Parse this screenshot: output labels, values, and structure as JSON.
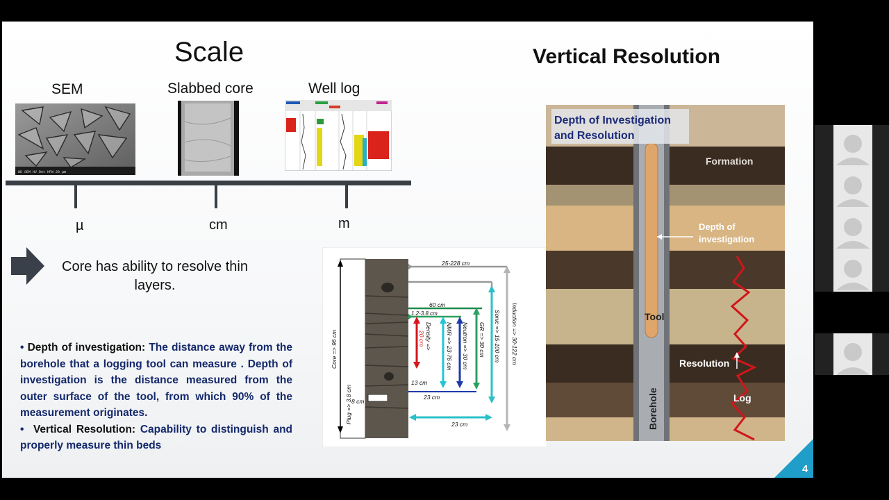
{
  "slide": {
    "scale_title": "Scale",
    "scale_labels": {
      "sem": "SEM",
      "slabbed": "Slabbed core",
      "welllog": "Well log"
    },
    "units": {
      "micro": "µ",
      "cm": "cm",
      "m": "m"
    },
    "arrow_text": "Core has ability to resolve thin layers.",
    "vr_title": "Vertical Resolution",
    "bullet1_term": "Depth of investigation:",
    "bullet1_text": " The distance away from the borehole that a logging tool can measure . Depth of investigation is the distance measured from the outer surface of the tool, from which 90% of the measurement originates.",
    "bullet2_term": "Vertical Resolution:",
    "bullet2_text": " Capability to distinguish and properly measure thin beds",
    "page_number": "4"
  },
  "core_diagram": {
    "core": "Core => 96 cm",
    "plug": "Plug => 3.8 cm",
    "eight": "8 cm",
    "top": "25-228 cm",
    "sixty": "60 cm",
    "r12": "1.2-3.8 cm",
    "density_a": "Density =>",
    "density_b": "20 cm",
    "nmr": "NMR => 23-76 cm",
    "neutron": "Neutron => 30 cm",
    "gr": "GR => 30 cm",
    "sonic": "Sonic => 15-100 cm",
    "induction": "Induction => 30-122 cm",
    "thirteen": "13 cm",
    "twentythree_a": "23 cm",
    "twentythree_b": "23 cm"
  },
  "borehole_diagram": {
    "title_1": "Depth of Investigation",
    "title_2": "and Resolution",
    "formation": "Formation",
    "doi_1": "Depth of",
    "doi_2": "investigation",
    "tool": "Tool",
    "resolution": "Resolution",
    "log": "Log",
    "borehole": "Borehole"
  },
  "colors": {
    "accent": "#1e9ec8",
    "bullet_text": "#14286b",
    "log_curve": "#d0161a"
  },
  "icons": {
    "participant": "person-silhouette-icon",
    "arrow": "right-arrow-icon"
  }
}
